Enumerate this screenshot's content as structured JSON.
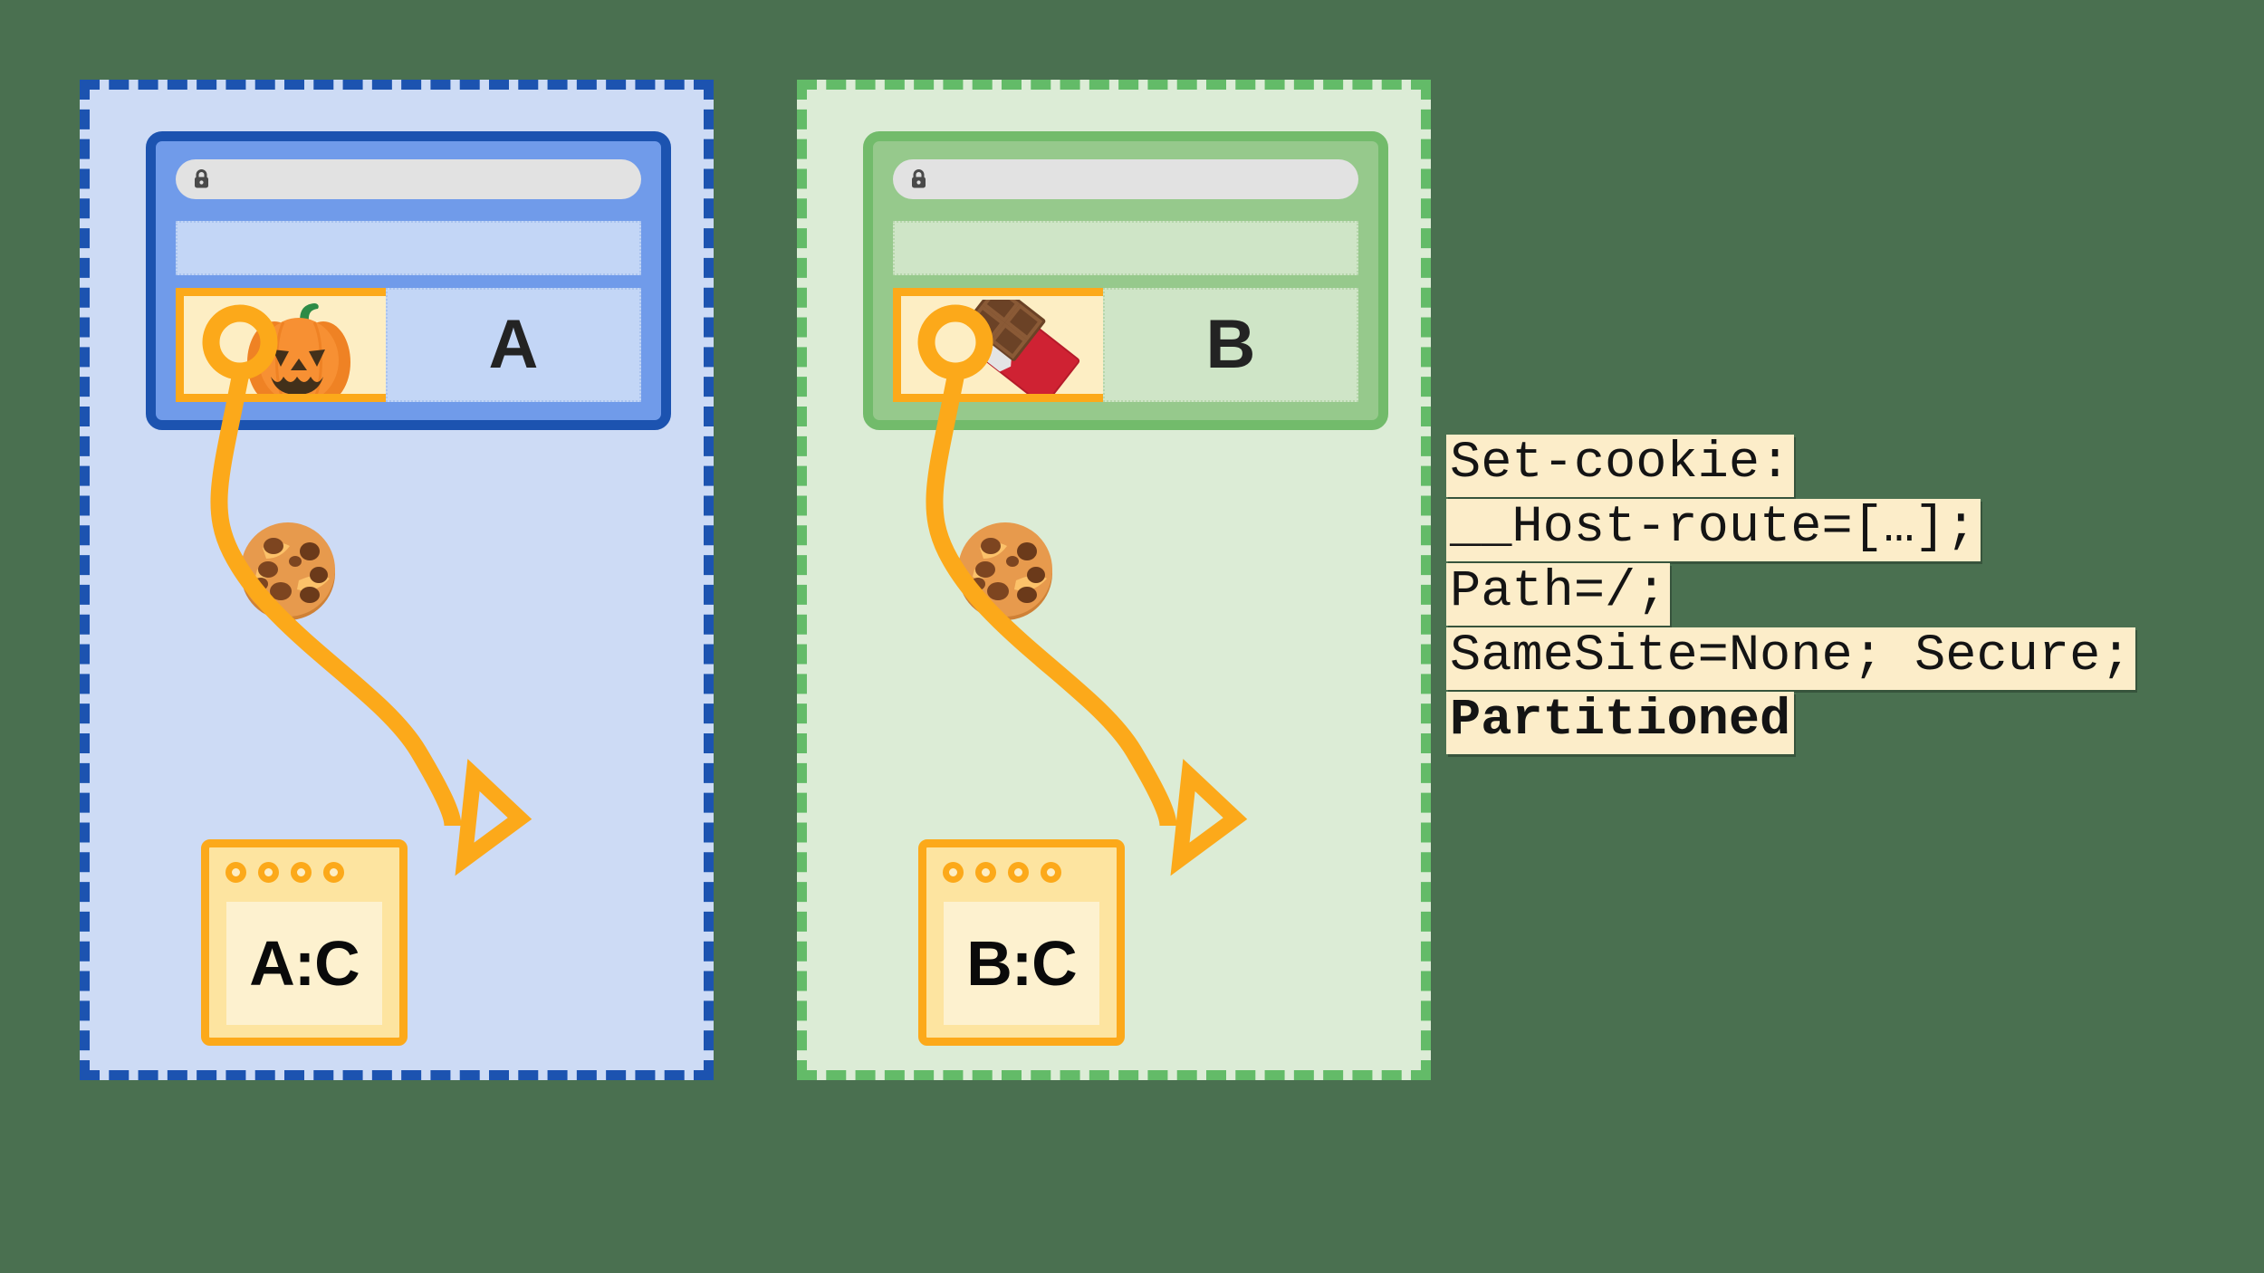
{
  "diagram": {
    "title": "Partitioned cookies in two top-level sites",
    "background_color": "#4a7050",
    "accent_orange": "#fca91a"
  },
  "panels": [
    {
      "id": "site-a",
      "border_color": "#1c53b0",
      "fill_color": "#cddbf5",
      "browser": {
        "address_bar": {
          "lock_icon": "lock-icon",
          "url_text": ""
        },
        "site_letter": "A",
        "embed_icon": "pumpkin-icon",
        "embed_icon_label": "jack-o-lantern"
      },
      "cookie_icon": "cookie-icon",
      "storage": {
        "label": "A:C",
        "dot_count": 4
      }
    },
    {
      "id": "site-b",
      "border_color": "#63bb68",
      "fill_color": "#dcecd6",
      "browser": {
        "address_bar": {
          "lock_icon": "lock-icon",
          "url_text": ""
        },
        "site_letter": "B",
        "embed_icon": "chocolate-bar-icon",
        "embed_icon_label": "chocolate bar"
      },
      "cookie_icon": "cookie-icon",
      "storage": {
        "label": "B:C",
        "dot_count": 4
      }
    }
  ],
  "code": {
    "lines": [
      {
        "text": "Set-cookie:",
        "bold": false
      },
      {
        "text": "__Host-route=[…];",
        "bold": false
      },
      {
        "text": "Path=/;",
        "bold": false
      },
      {
        "text": "SameSite=None; Secure;",
        "bold": false
      },
      {
        "text": "Partitioned",
        "bold": true
      }
    ]
  }
}
